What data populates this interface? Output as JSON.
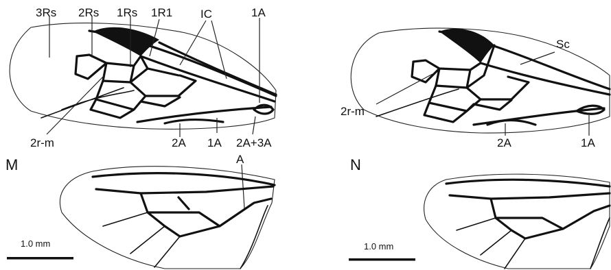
{
  "panels": {
    "m": {
      "letter": "M",
      "labels": {
        "l3rs": "3Rs",
        "l2rs": "2Rs",
        "l1rs": "1Rs",
        "l1r1": "1R1",
        "ic": "IC",
        "l1a_top": "1A",
        "l2rm": "2r-m",
        "l2a": "2A",
        "l1a_bottom": "1A",
        "l2a3a": "2A+3A",
        "a": "A"
      },
      "scale": "1.0 mm"
    },
    "n": {
      "letter": "N",
      "labels": {
        "sc": "Sc",
        "l2rm": "2r-m",
        "l2a": "2A",
        "l1a": "1A"
      },
      "scale": "1.0 mm"
    }
  }
}
